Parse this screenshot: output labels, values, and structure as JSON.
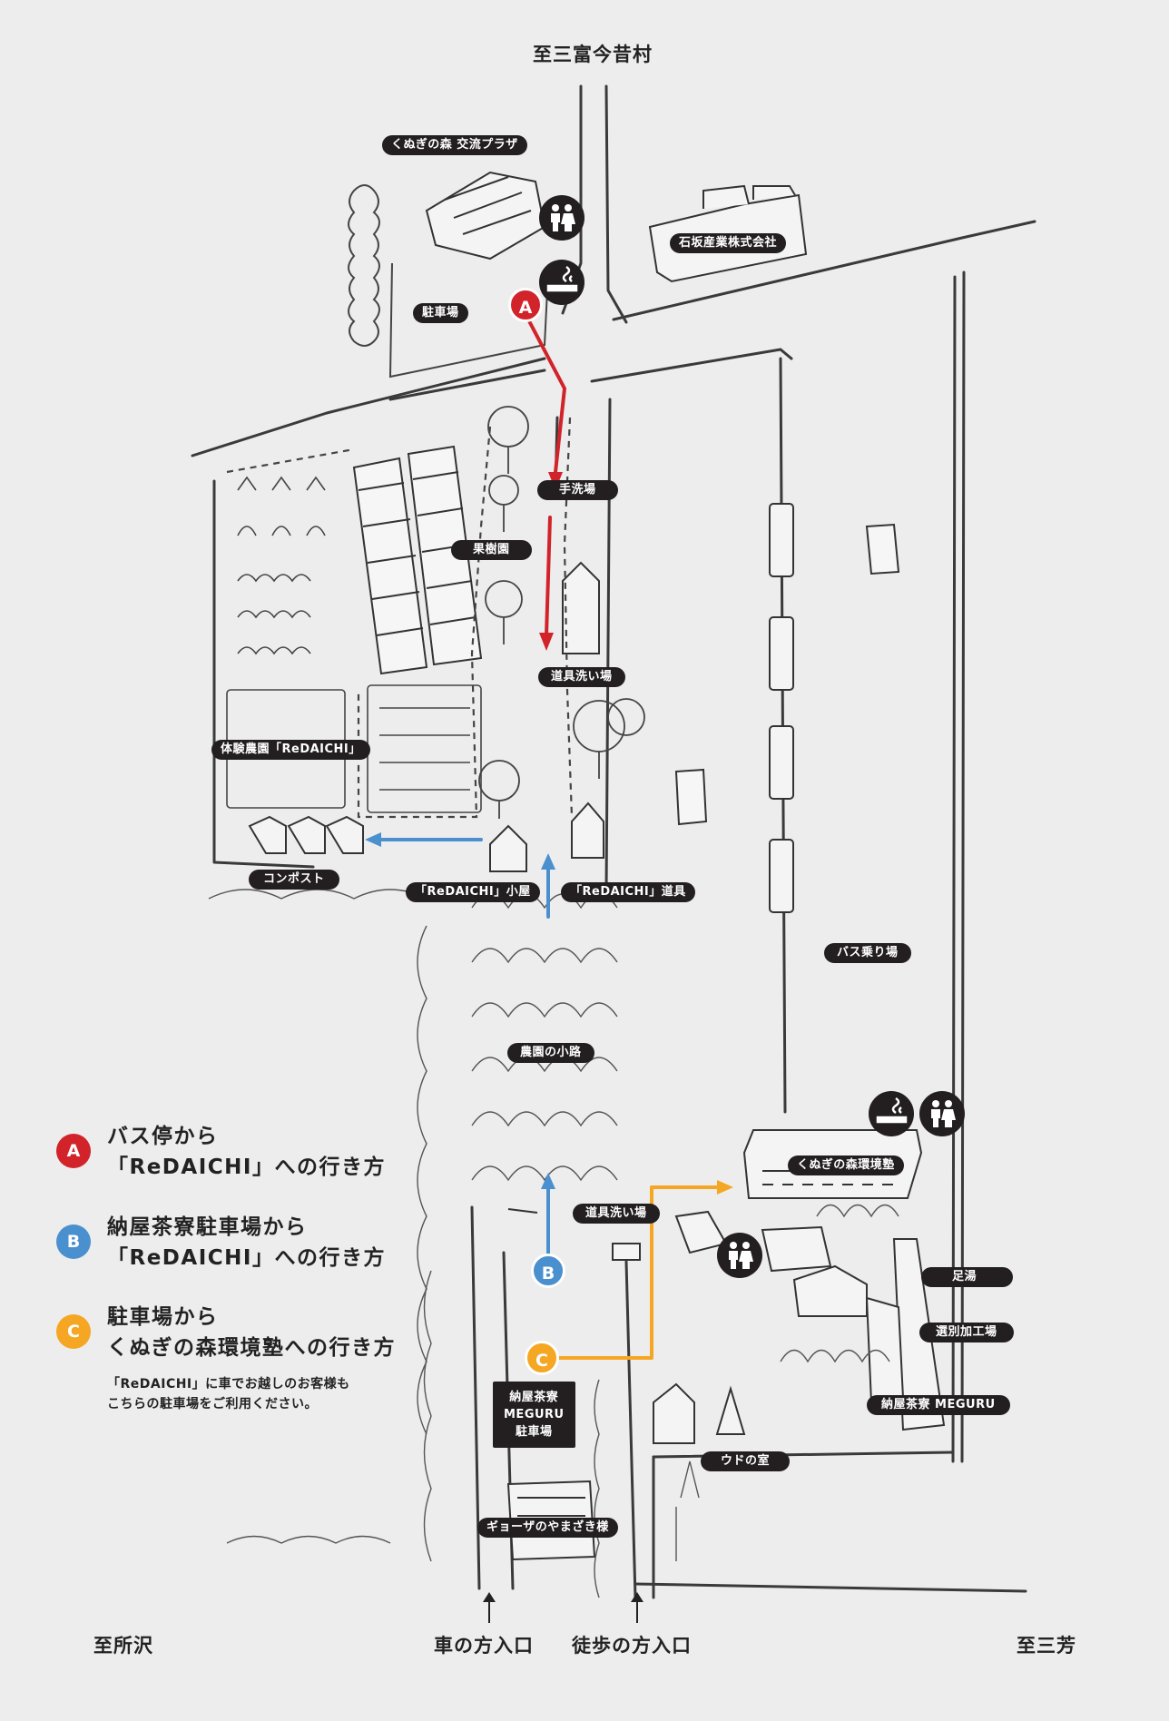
{
  "directions": {
    "north": "至三富今昔村",
    "southwest": "至所沢",
    "southeast": "至三芳",
    "car_entrance": "車の方入口",
    "walk_entrance": "徒歩の方入口"
  },
  "labels": {
    "plaza": "くぬぎの森 交流プラザ",
    "ishizaka": "石坂産業株式会社",
    "parking_north": "駐車場",
    "handwash": "手洗場",
    "orchard": "果樹園",
    "tool_wash_north": "道具洗い場",
    "farm": "体験農園「ReDAICHI」",
    "compost": "コンポスト",
    "hut": "「ReDAICHI」小屋",
    "tools": "「ReDAICHI」道具",
    "bus_stop": "バス乗り場",
    "farm_path": "農園の小路",
    "tool_wash_south": "道具洗い場",
    "school": "くぬぎの森環境塾",
    "footbath": "足湯",
    "sorting": "選別加工場",
    "meguru": "納屋茶寮 MEGURU",
    "udo": "ウドの室",
    "meguru_parking": "納屋茶寮\nMEGURU\n駐車場",
    "gyoza": "ギョーザのやまざき様"
  },
  "points": {
    "a": "A",
    "b": "B",
    "c": "C"
  },
  "colors": {
    "route_a": "#d2232a",
    "route_b": "#4a90cf",
    "route_c": "#f5a623",
    "ink": "#231f20",
    "background": "#ededed"
  },
  "icons": [
    "restroom-icon",
    "smoking-icon"
  ],
  "legend": {
    "a": {
      "point": "A",
      "line1": "バス停から",
      "line2": "「ReDAICHI」への行き方"
    },
    "b": {
      "point": "B",
      "line1": "納屋茶寮駐車場から",
      "line2": "「ReDAICHI」への行き方"
    },
    "c": {
      "point": "C",
      "line1": "駐車場から",
      "line2": "くぬぎの森環境塾への行き方",
      "note1": "「ReDAICHI」に車でお越しのお客様も",
      "note2": "こちらの駐車場をご利用ください。"
    }
  }
}
